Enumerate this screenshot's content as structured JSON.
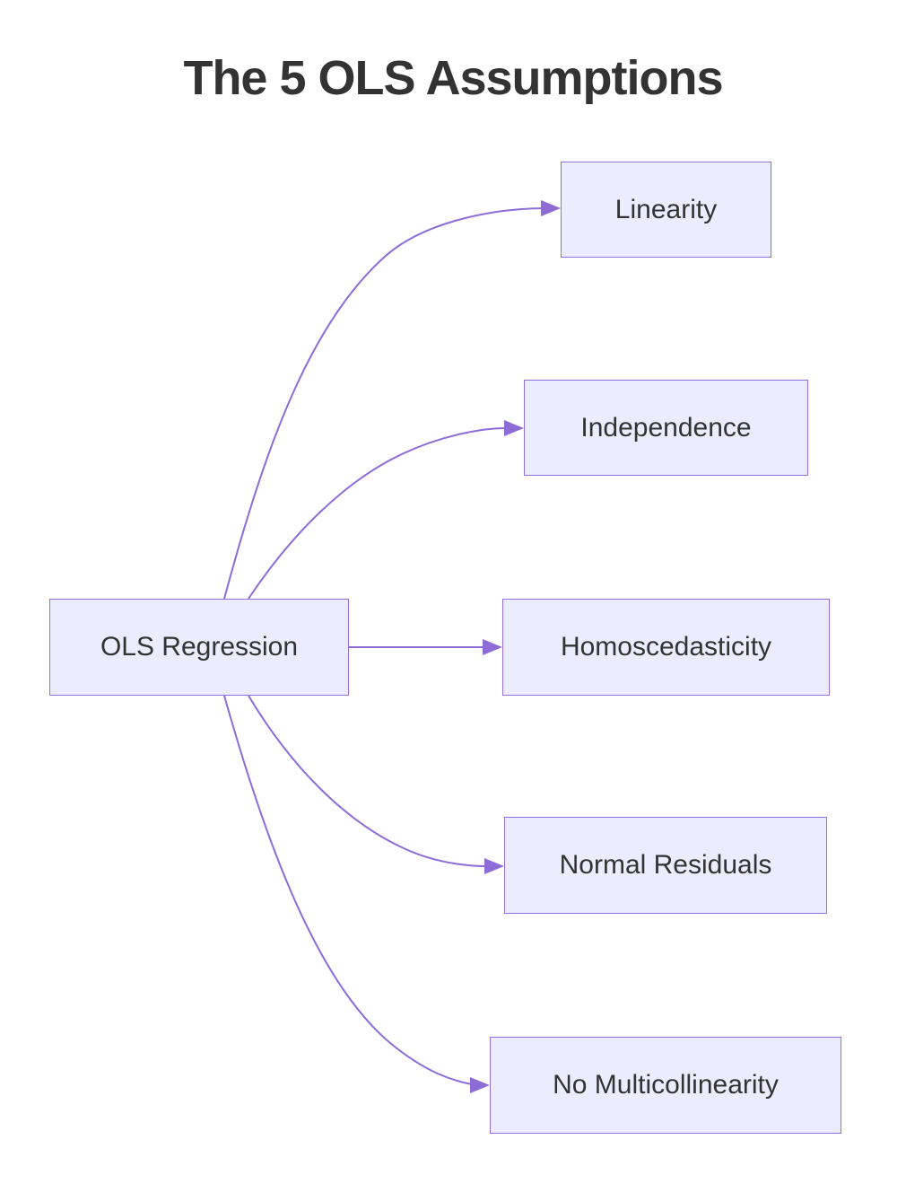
{
  "diagram": {
    "type": "flowchart",
    "title": "The 5 OLS Assumptions",
    "nodes": [
      {
        "id": "ols-regression",
        "label": "OLS Regression"
      },
      {
        "id": "linearity",
        "label": "Linearity"
      },
      {
        "id": "independence",
        "label": "Independence"
      },
      {
        "id": "homoscedasticity",
        "label": "Homoscedasticity"
      },
      {
        "id": "normal-residuals",
        "label": "Normal Residuals"
      },
      {
        "id": "no-multicollinearity",
        "label": "No Multicollinearity"
      }
    ],
    "edges": [
      {
        "from": "OLS Regression",
        "to": "Linearity"
      },
      {
        "from": "OLS Regression",
        "to": "Independence"
      },
      {
        "from": "OLS Regression",
        "to": "Homoscedasticity"
      },
      {
        "from": "OLS Regression",
        "to": "Normal Residuals"
      },
      {
        "from": "OLS Regression",
        "to": "No Multicollinearity"
      }
    ],
    "colors": {
      "background": "#FFFFFF",
      "node_fill": "#ECECFF",
      "node_border": "#9370DB",
      "edge_line": "#8E6CD8",
      "title_text": "#333333",
      "node_text": "#333333"
    }
  }
}
